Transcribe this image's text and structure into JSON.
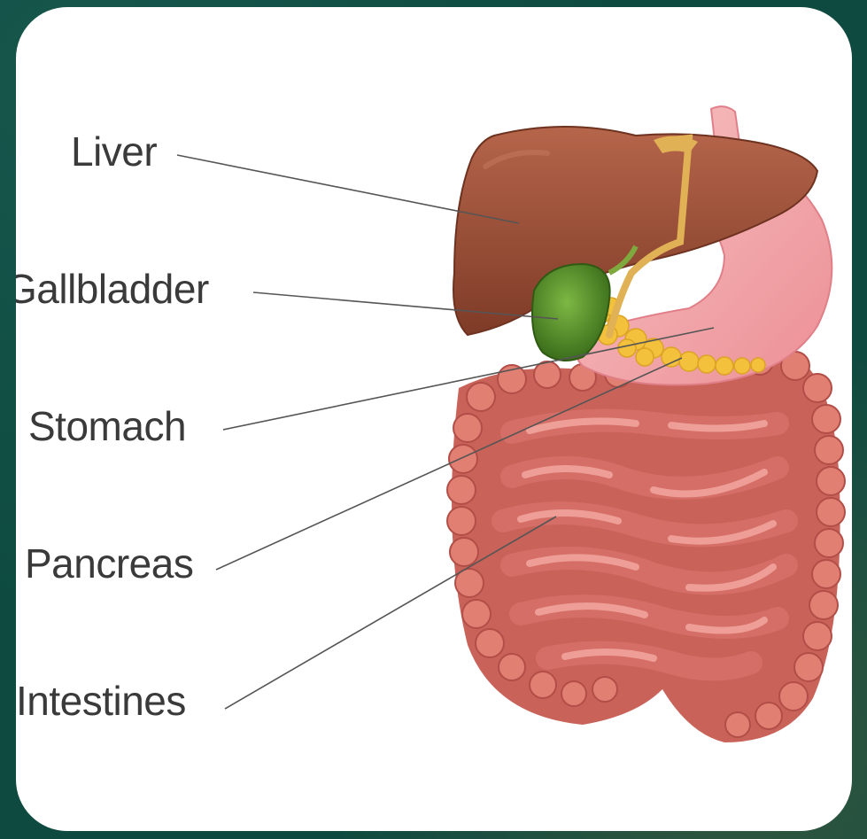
{
  "labels": {
    "liver": "Liver",
    "gallbladder": "Gallbladder",
    "stomach": "Stomach",
    "pancreas": "Pancreas",
    "intestines": "Intestines"
  },
  "colors": {
    "background": "#0e4a40",
    "card": "#ffffff",
    "liver": "#9a4e37",
    "gallbladder": "#4f8a25",
    "stomach": "#f2a9ad",
    "pancreas": "#f3c13c",
    "intestines": "#d9766a",
    "leader_line": "#555555"
  }
}
